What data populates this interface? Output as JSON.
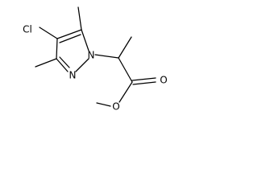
{
  "molecule": {
    "atoms": {
      "chlorine": "Cl",
      "ring_nitrogen_1": "N",
      "ring_nitrogen_2": "N",
      "carbonyl_oxygen": "O",
      "ester_oxygen": "O"
    },
    "colors": {
      "bond": "#000000",
      "label": "#000000",
      "background": "#ffffff"
    }
  }
}
